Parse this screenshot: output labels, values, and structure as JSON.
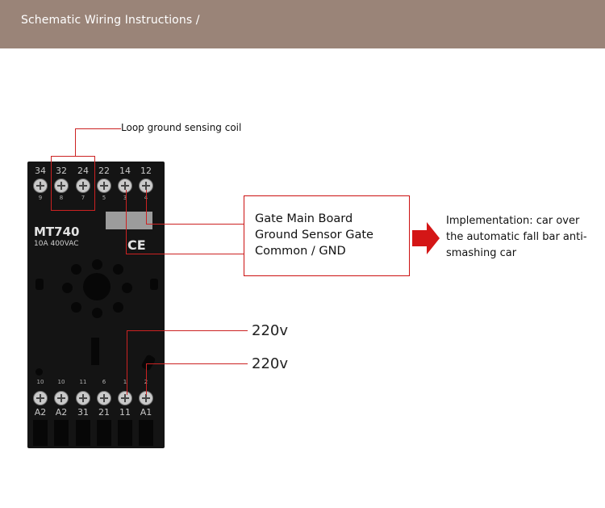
{
  "header": {
    "title": "Schematic Wiring Instructions /"
  },
  "relay": {
    "model": "MT740",
    "rating": "10A 400VAC",
    "cert": "CE",
    "top_terminals": [
      "34",
      "32",
      "24",
      "22",
      "14",
      "12"
    ],
    "top_sub": [
      "9",
      "8",
      "7",
      "5",
      "3",
      "4"
    ],
    "bottom_sub": [
      "10",
      "10",
      "11",
      "6",
      "1",
      "2"
    ],
    "bottom_terminals": [
      "A2",
      "A2",
      "31",
      "21",
      "11",
      "A1"
    ]
  },
  "callouts": {
    "loop": "Loop ground sensing coil",
    "box_lines": [
      "Gate Main Board",
      "Ground Sensor Gate",
      "Common / GND"
    ],
    "implementation": "Implementation: car over the automatic fall bar anti-smashing car",
    "voltage_1": "220v",
    "voltage_2": "220v"
  },
  "colors": {
    "header": "#9a8478",
    "accent": "#d41616",
    "relay": "#141414"
  }
}
